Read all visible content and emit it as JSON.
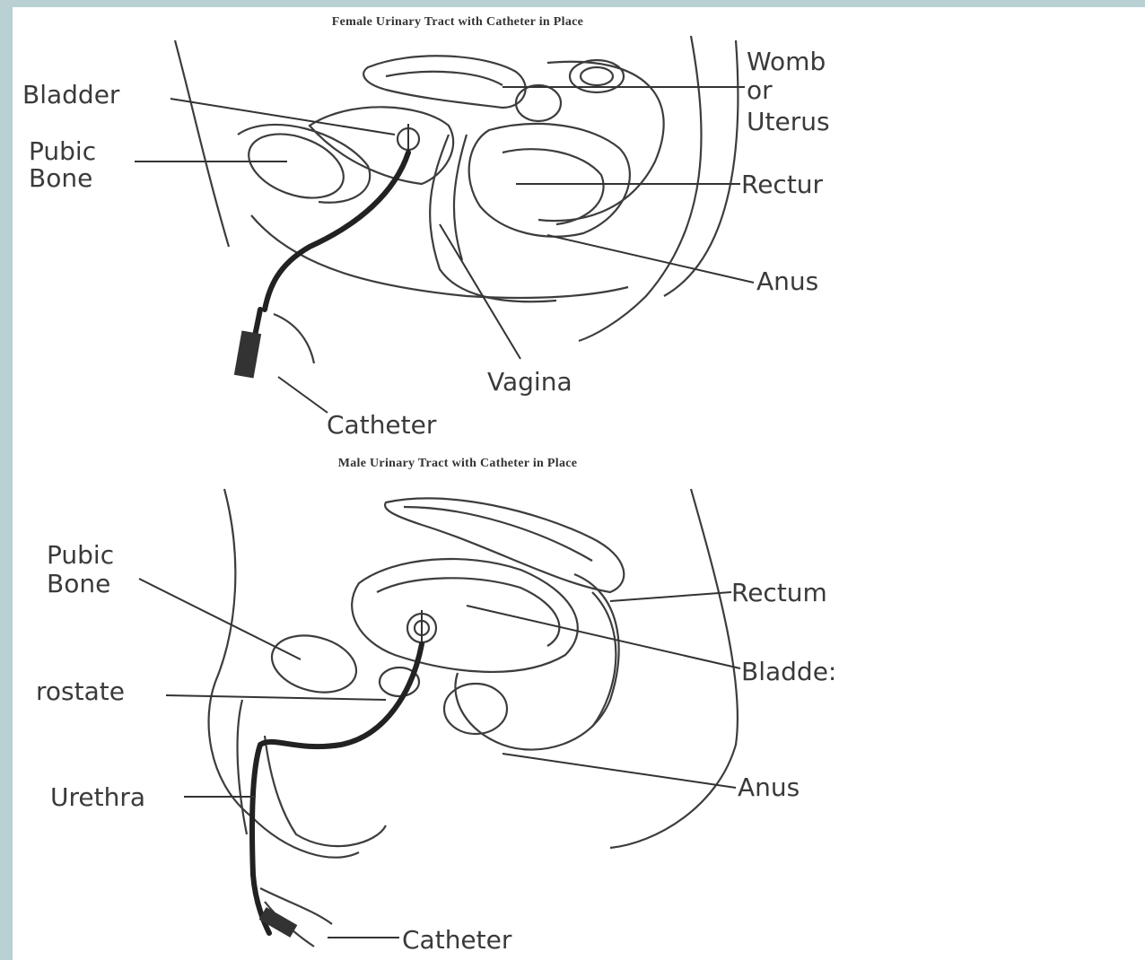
{
  "female": {
    "title": "Female Urinary Tract with Catheter in Place",
    "labels": {
      "bladder": "Bladder",
      "pubic_bone_1": "Pubic",
      "pubic_bone_2": "Bone",
      "womb_1": "Womb",
      "womb_2": "or",
      "womb_3": "Uterus",
      "rectum": "Rectur",
      "anus": "Anus",
      "vagina": "Vagina",
      "catheter": "Catheter"
    }
  },
  "male": {
    "title": "Male Urinary Tract with Catheter in Place",
    "labels": {
      "pubic_bone_1": "Pubic",
      "pubic_bone_2": "Bone",
      "rectum": "Rectum",
      "bladder": "Bladde:",
      "prostate": "rostate",
      "anus": "Anus",
      "urethra": "Urethra",
      "catheter": "Catheter"
    }
  }
}
